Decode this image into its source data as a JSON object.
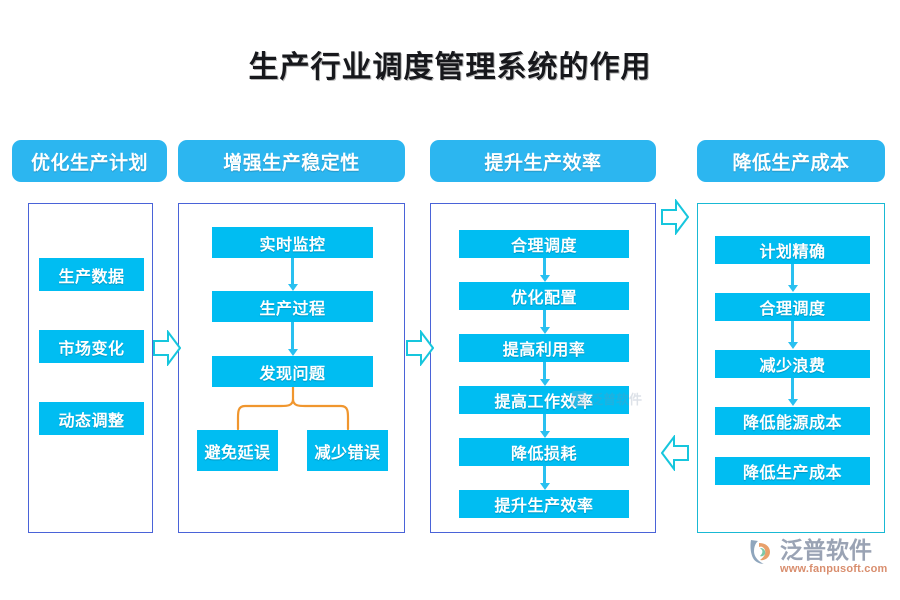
{
  "page": {
    "title": "生产行业调度管理系统的作用",
    "accent_box": "#00bdf2",
    "accent_pill": "#2cb6f0",
    "panel_border": "#4a63d8",
    "panel_border_alt": "#19b9d4",
    "bracket_color": "#f0962e",
    "arrow_color": "#29c0f0"
  },
  "columns": [
    {
      "header": "优化生产计划",
      "nodes": [
        "生产数据",
        "市场变化",
        "动态调整"
      ]
    },
    {
      "header": "增强生产稳定性",
      "nodes": [
        "实时监控",
        "生产过程",
        "发现问题"
      ],
      "branch": [
        "避免延误",
        "减少错误"
      ]
    },
    {
      "header": "提升生产效率",
      "nodes": [
        "合理调度",
        "优化配置",
        "提高利用率",
        "提高工作效率",
        "降低损耗",
        "提升生产效率"
      ]
    },
    {
      "header": "降低生产成本",
      "nodes": [
        "计划精确",
        "合理调度",
        "减少浪费",
        "降低能源成本",
        "降低生产成本"
      ]
    }
  ],
  "connectors": {
    "col1_to_col2": "arrow-right-icon",
    "col2_to_col3": "arrow-right-icon",
    "col3_to_col4_top": "arrow-right-icon",
    "col4_to_col3_bottom": "arrow-left-icon"
  },
  "watermark": {
    "text": "泛普软件"
  },
  "brand": {
    "name": "泛普软件",
    "url": "www.fanpusoft.com"
  }
}
